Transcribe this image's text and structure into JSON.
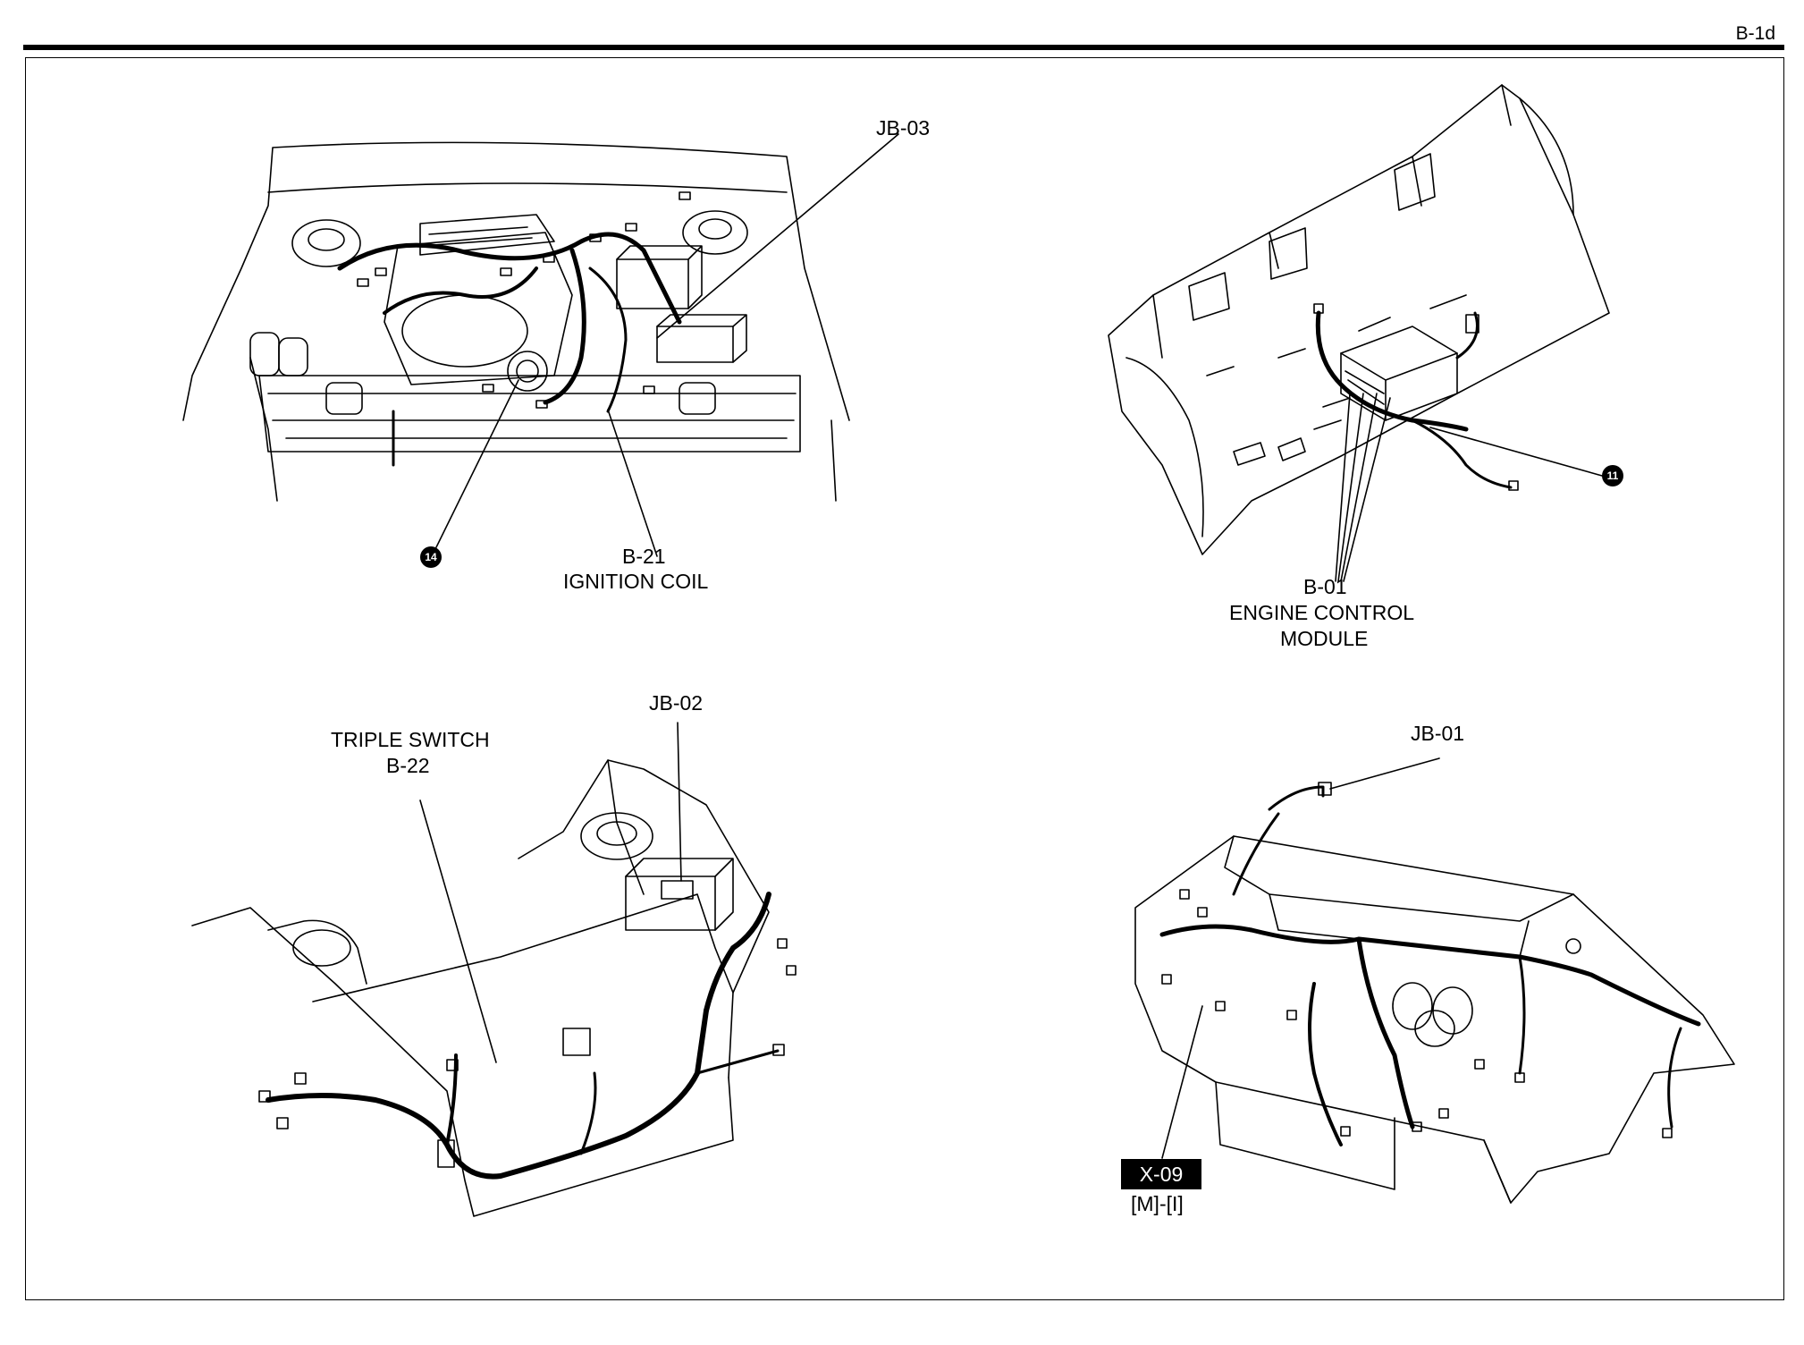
{
  "page_code": "B-1d",
  "labels": {
    "jb03": "JB-03",
    "b21": "B-21",
    "ignition_coil": "IGNITION COIL",
    "callout_14": "14",
    "callout_11": "11",
    "b01": "B-01",
    "engine_control": "ENGINE CONTROL",
    "module": "MODULE",
    "jb02": "JB-02",
    "triple_switch": "TRIPLE SWITCH",
    "b22": "B-22",
    "jb01": "JB-01",
    "x09": "X-09",
    "m_i": "[M]-[I]"
  }
}
